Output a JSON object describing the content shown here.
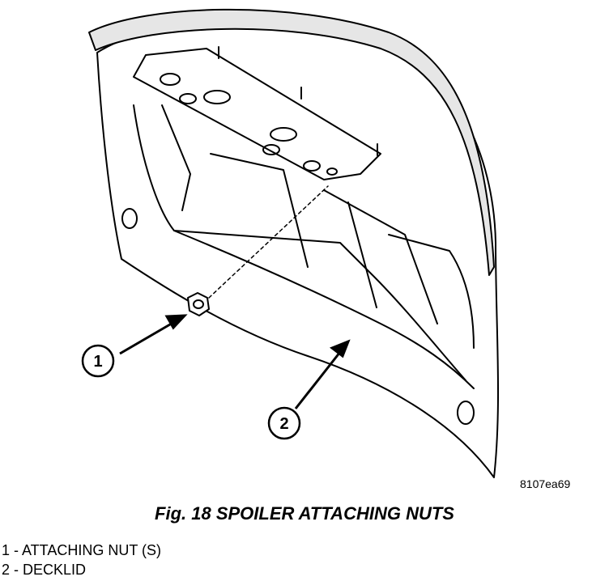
{
  "figure": {
    "code": "8107ea69",
    "caption": "Fig. 18 SPOILER ATTACHING NUTS",
    "callouts": [
      {
        "number": "1"
      },
      {
        "number": "2"
      }
    ],
    "legend": [
      {
        "text": "1 - ATTACHING NUT (S)"
      },
      {
        "text": "2 - DECKLID"
      }
    ],
    "colors": {
      "ink": "#000000",
      "paper": "#ffffff",
      "shade": "#e6e6e6"
    }
  }
}
